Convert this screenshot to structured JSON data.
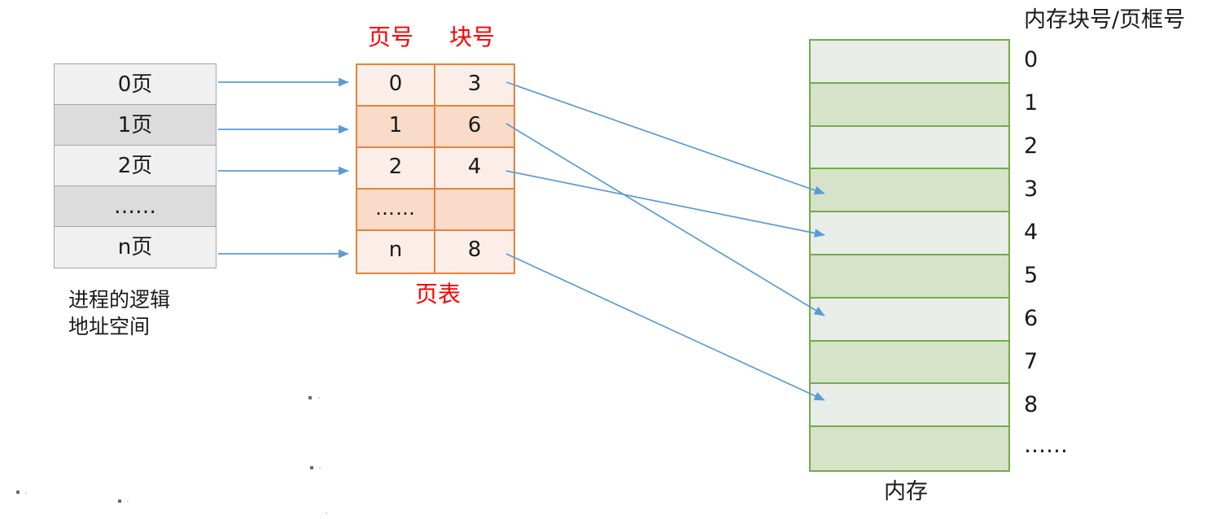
{
  "diagram": {
    "title_fragment": "",
    "colors": {
      "page_table_border": "#E8823C",
      "page_table_light": "#FBEEE8",
      "page_table_dark": "#F8DBC9",
      "memory_border": "#70AD47",
      "memory_light": "#E8EDE7",
      "memory_dark": "#D6E3C8",
      "logical_border": "#A6A6A6",
      "logical_light": "#F0F0F0",
      "logical_dark": "#DCDCDC",
      "arrow": "#5B9BD5",
      "heading_red": "#FF0000"
    }
  },
  "logical_space": {
    "caption": "进程的逻辑\n地址空间",
    "rows": [
      {
        "label": "0页"
      },
      {
        "label": "1页"
      },
      {
        "label": "2页"
      },
      {
        "label": "……"
      },
      {
        "label": "n页"
      }
    ]
  },
  "page_table": {
    "caption": "页表",
    "headers": {
      "page_number": "页号",
      "block_number": "块号"
    },
    "rows": [
      {
        "page": "0",
        "block": "3"
      },
      {
        "page": "1",
        "block": "6"
      },
      {
        "page": "2",
        "block": "4"
      },
      {
        "page": "……",
        "block": ""
      },
      {
        "page": "n",
        "block": "8"
      }
    ]
  },
  "memory": {
    "caption": "内存",
    "header": "内存块号/页框号",
    "frames": [
      {
        "label": "0"
      },
      {
        "label": "1"
      },
      {
        "label": "2"
      },
      {
        "label": "3"
      },
      {
        "label": "4"
      },
      {
        "label": "5"
      },
      {
        "label": "6"
      },
      {
        "label": "7"
      },
      {
        "label": "8"
      },
      {
        "label": "……"
      }
    ]
  },
  "mappings": [
    {
      "from_page": "0",
      "to_frame": "3"
    },
    {
      "from_page": "1",
      "to_frame": "6"
    },
    {
      "from_page": "2",
      "to_frame": "4"
    },
    {
      "from_page": "n",
      "to_frame": "8"
    }
  ]
}
